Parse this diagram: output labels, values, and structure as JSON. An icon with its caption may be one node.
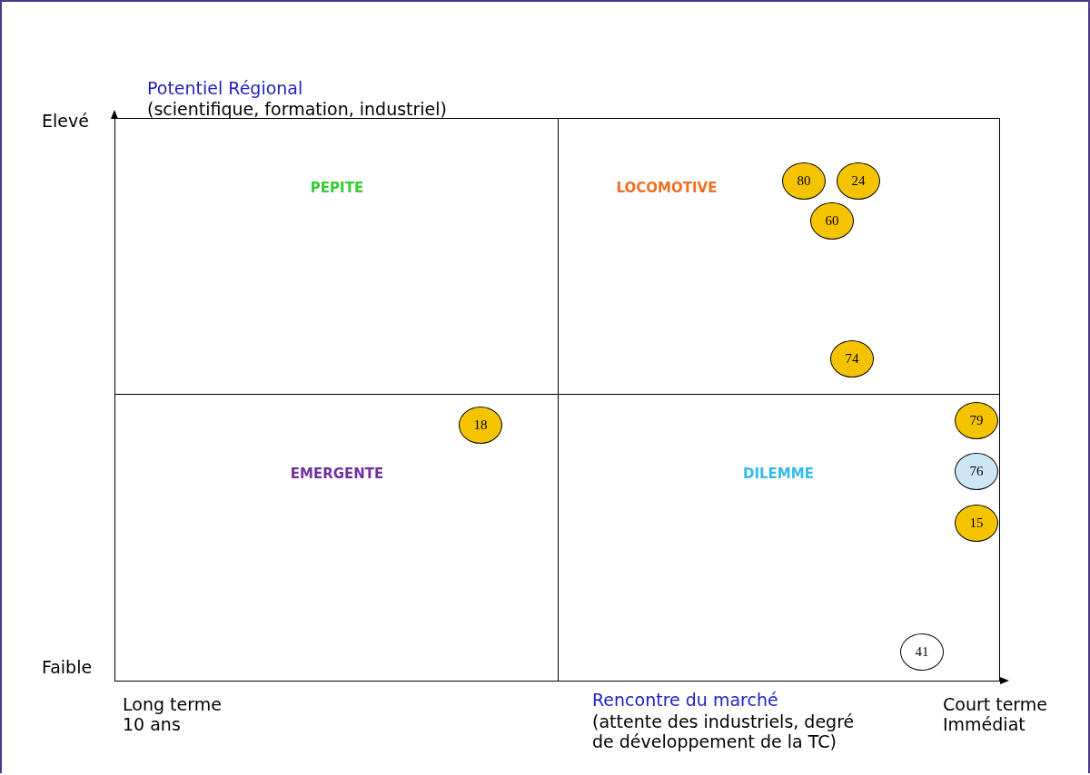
{
  "diagram": {
    "nodes": [
      {
        "text": [
          "PEPITE"
        ]
      },
      {
        "text": [
          "LOCOMOTIVE"
        ]
      },
      {
        "text": [
          "80"
        ],
        "in": 1
      },
      {
        "text": [
          "24"
        ],
        "in": 1
      },
      {
        "text": [
          "60"
        ],
        "in": 1
      },
      {
        "text": [
          "74"
        ],
        "in": 1
      },
      {
        "text": [
          "EMERGENTE"
        ]
      },
      {
        "text": [
          "18"
        ],
        "in": 6
      },
      {
        "text": [
          "DILEMME"
        ]
      },
      {
        "text": [
          "79"
        ],
        "in": 8
      },
      {
        "text": [
          "76"
        ],
        "in": 8
      },
      {
        "text": [
          "15"
        ],
        "in": 8
      },
      {
        "text": [
          "41"
        ],
        "in": 8
      }
    ],
    "edges": [],
    "labels": [
      "Potentiel Régional",
      "(scientifique, formation, industriel)",
      "Elevé",
      "Faible",
      "Long terme 10 ans",
      "Rencontre du marché",
      "(attente des industriels, degré de développement de la TC)",
      "Court terme Immédiat"
    ]
  }
}
